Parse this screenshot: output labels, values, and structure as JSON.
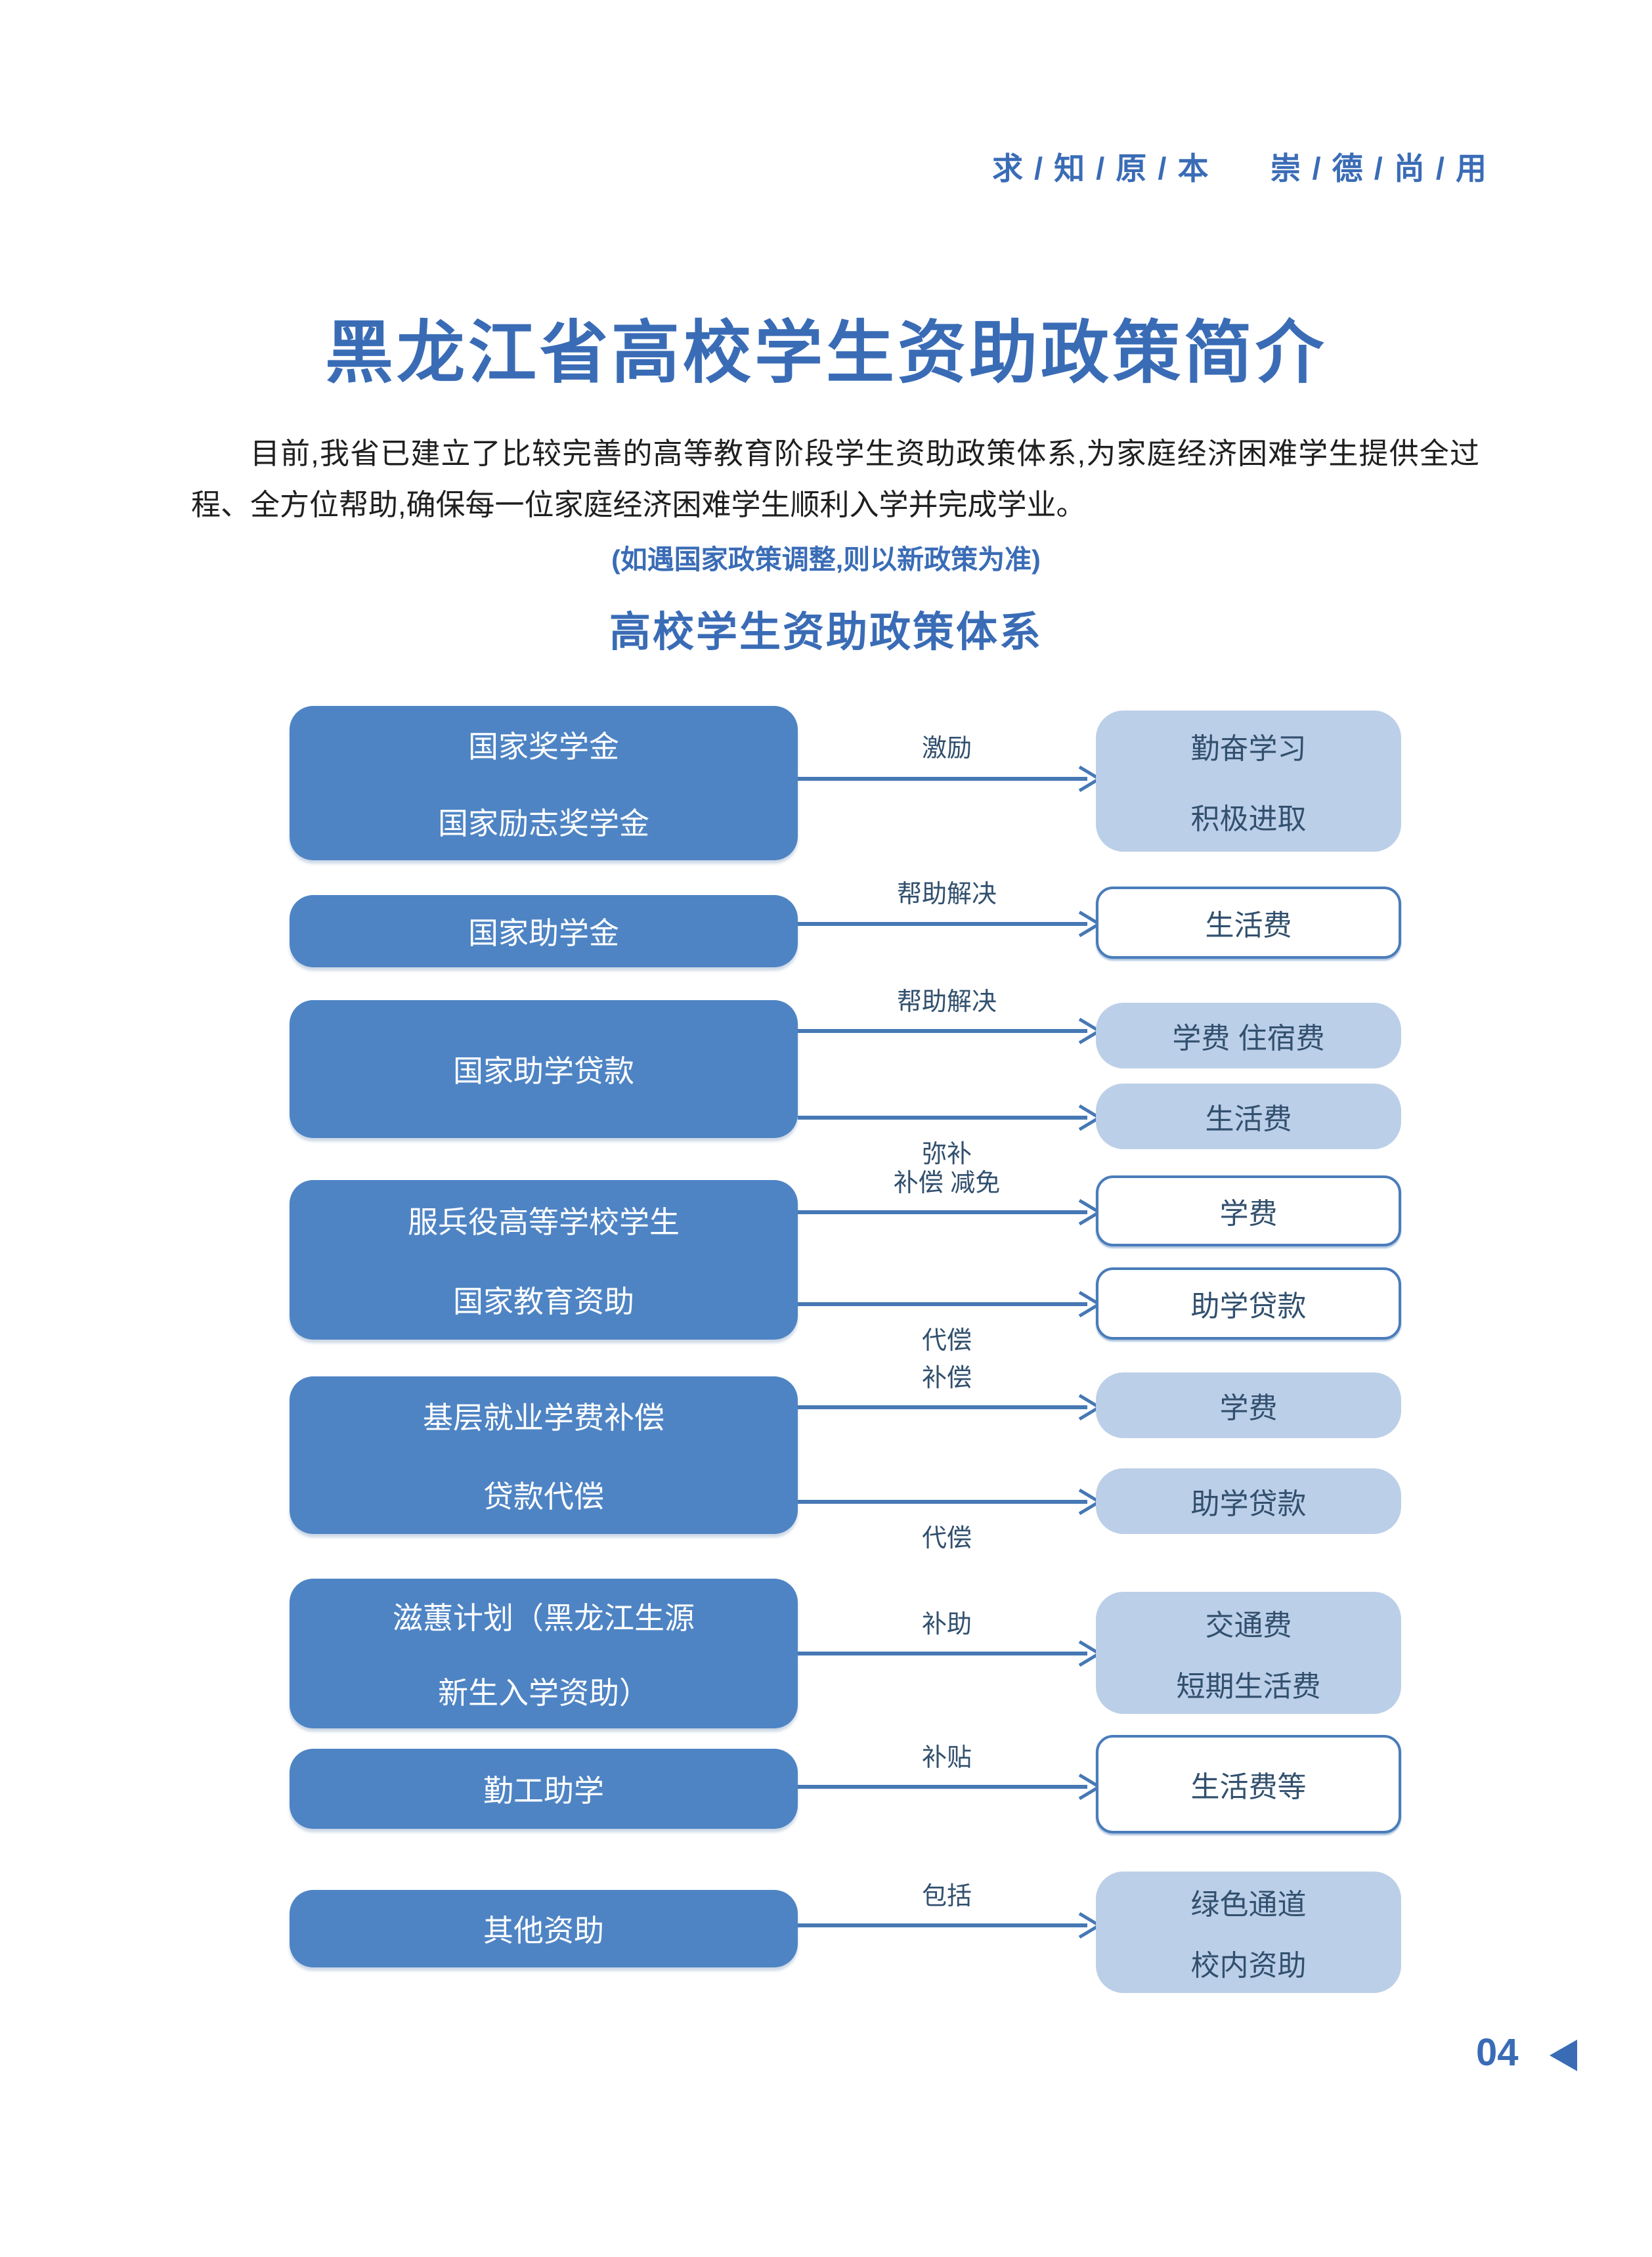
{
  "colors": {
    "accent": "#3a6cb6",
    "box_dark": "#4e84c4",
    "box_light": "#bccfe8",
    "box_border": "#4a7cba",
    "box_text_light": "#32506e",
    "arrow": "#4678b4",
    "body_text": "#1f1f1f"
  },
  "header": {
    "motto_left": "求 / 知 / 原 / 本",
    "motto_right": "崇 / 德 / 尚 / 用"
  },
  "title": "黑龙江省高校学生资助政策简介",
  "intro": "目前,我省已建立了比较完善的高等教育阶段学生资助政策体系,为家庭经济困难学生提供全过程、全方位帮助,确保每一位家庭经济困难学生顺利入学并完成学业。",
  "note": "(如遇国家政策调整,则以新政策为准)",
  "diagram_title": "高校学生资助政策体系",
  "diagram": {
    "rows": [
      {
        "source_lines": [
          "国家奖学金",
          "国家励志奖学金"
        ],
        "links": [
          {
            "label": "激励",
            "target_style": "light",
            "target_lines": [
              "勤奋学习",
              "积极进取"
            ]
          }
        ]
      },
      {
        "source_lines": [
          "国家助学金"
        ],
        "links": [
          {
            "label": "帮助解决",
            "target_style": "outline",
            "target_lines": [
              "生活费"
            ]
          }
        ]
      },
      {
        "source_lines": [
          "国家助学贷款"
        ],
        "links": [
          {
            "label": "帮助解决",
            "target_style": "light",
            "target_lines": [
              "学费 住宿费"
            ]
          },
          {
            "label": "弥补",
            "target_style": "light",
            "target_lines": [
              "生活费"
            ]
          }
        ]
      },
      {
        "source_lines": [
          "服兵役高等学校学生",
          "国家教育资助"
        ],
        "links": [
          {
            "label": "补偿 减免",
            "target_style": "outline",
            "target_lines": [
              "学费"
            ]
          },
          {
            "label": "代偿",
            "target_style": "outline",
            "target_lines": [
              "助学贷款"
            ]
          }
        ]
      },
      {
        "source_lines": [
          "基层就业学费补偿",
          "贷款代偿"
        ],
        "links": [
          {
            "label": "补偿",
            "target_style": "light",
            "target_lines": [
              "学费"
            ]
          },
          {
            "label": "代偿",
            "target_style": "light",
            "target_lines": [
              "助学贷款"
            ]
          }
        ]
      },
      {
        "source_lines": [
          "滋蕙计划（黑龙江生源",
          "新生入学资助）"
        ],
        "links": [
          {
            "label": "补助",
            "target_style": "light",
            "target_lines": [
              "交通费",
              "短期生活费"
            ]
          }
        ]
      },
      {
        "source_lines": [
          "勤工助学"
        ],
        "links": [
          {
            "label": "补贴",
            "target_style": "outline",
            "target_lines": [
              "生活费等"
            ]
          }
        ]
      },
      {
        "source_lines": [
          "其他资助"
        ],
        "links": [
          {
            "label": "包括",
            "target_style": "light",
            "target_lines": [
              "绿色通道",
              "校内资助"
            ]
          }
        ]
      }
    ]
  },
  "footer": {
    "page_number": "04"
  }
}
